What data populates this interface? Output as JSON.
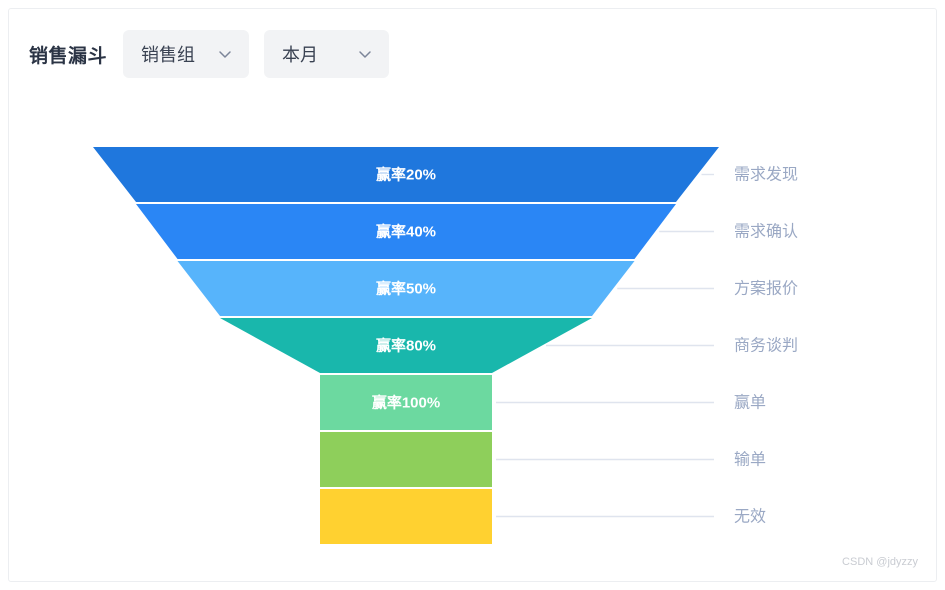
{
  "header": {
    "title": "销售漏斗",
    "filters": [
      {
        "name": "group",
        "value": "销售组",
        "icon": "chevron-down-icon"
      },
      {
        "name": "period",
        "value": "本月",
        "icon": "chevron-down-icon"
      }
    ]
  },
  "watermark": "CSDN @jdyzzy",
  "chart_data": {
    "type": "funnel",
    "title": "销售漏斗",
    "orientation": "vertical-inverted",
    "value_label_key": "win_rate_label",
    "categories": [
      "需求发现",
      "需求确认",
      "方案报价",
      "商务谈判",
      "赢单",
      "输单",
      "无效"
    ],
    "segments": [
      {
        "stage": "需求发现",
        "win_rate_label": "赢率20%",
        "win_rate": 20,
        "color": "#1f77dd",
        "shape": "trapezoid",
        "top_width": 626,
        "bottom_width": 540
      },
      {
        "stage": "需求确认",
        "win_rate_label": "赢率40%",
        "win_rate": 40,
        "color": "#2a86f5",
        "shape": "trapezoid",
        "top_width": 540,
        "bottom_width": 457
      },
      {
        "stage": "方案报价",
        "win_rate_label": "赢率50%",
        "win_rate": 50,
        "color": "#57b4fb",
        "shape": "trapezoid",
        "top_width": 457,
        "bottom_width": 372
      },
      {
        "stage": "商务谈判",
        "win_rate_label": "赢率80%",
        "win_rate": 80,
        "color": "#19b7ac",
        "shape": "trapezoid",
        "top_width": 372,
        "bottom_width": 172
      },
      {
        "stage": "赢单",
        "win_rate_label": "赢率100%",
        "win_rate": 100,
        "color": "#6cd9a0",
        "shape": "rectangle",
        "top_width": 172,
        "bottom_width": 172
      },
      {
        "stage": "输单",
        "win_rate_label": "",
        "win_rate": null,
        "color": "#8ecf5b",
        "shape": "rectangle",
        "top_width": 172,
        "bottom_width": 172
      },
      {
        "stage": "无效",
        "win_rate_label": "",
        "win_rate": null,
        "color": "#ffd130",
        "shape": "rectangle",
        "top_width": 172,
        "bottom_width": 172
      }
    ],
    "legend_position": "right",
    "grid": false,
    "colors": {
      "stage_label": "#9aa8c4",
      "connector": "#dfe4ee",
      "segment_text": "#ffffff"
    }
  }
}
